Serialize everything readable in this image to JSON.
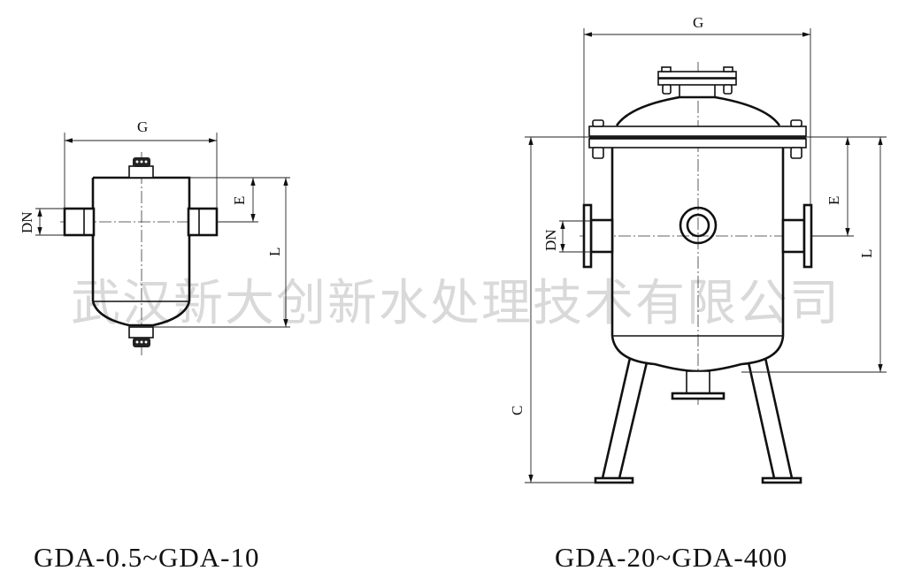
{
  "watermark": "武汉新大创新水处理技术有限公司",
  "small_model": {
    "caption": "GDA-0.5~GDA-10",
    "dims": {
      "g": "G",
      "dn": "DN",
      "e": "E",
      "l": "L"
    }
  },
  "large_model": {
    "caption": "GDA-20~GDA-400",
    "dims": {
      "g": "G",
      "dn": "DN",
      "e": "E",
      "l": "L",
      "c": "C"
    }
  }
}
